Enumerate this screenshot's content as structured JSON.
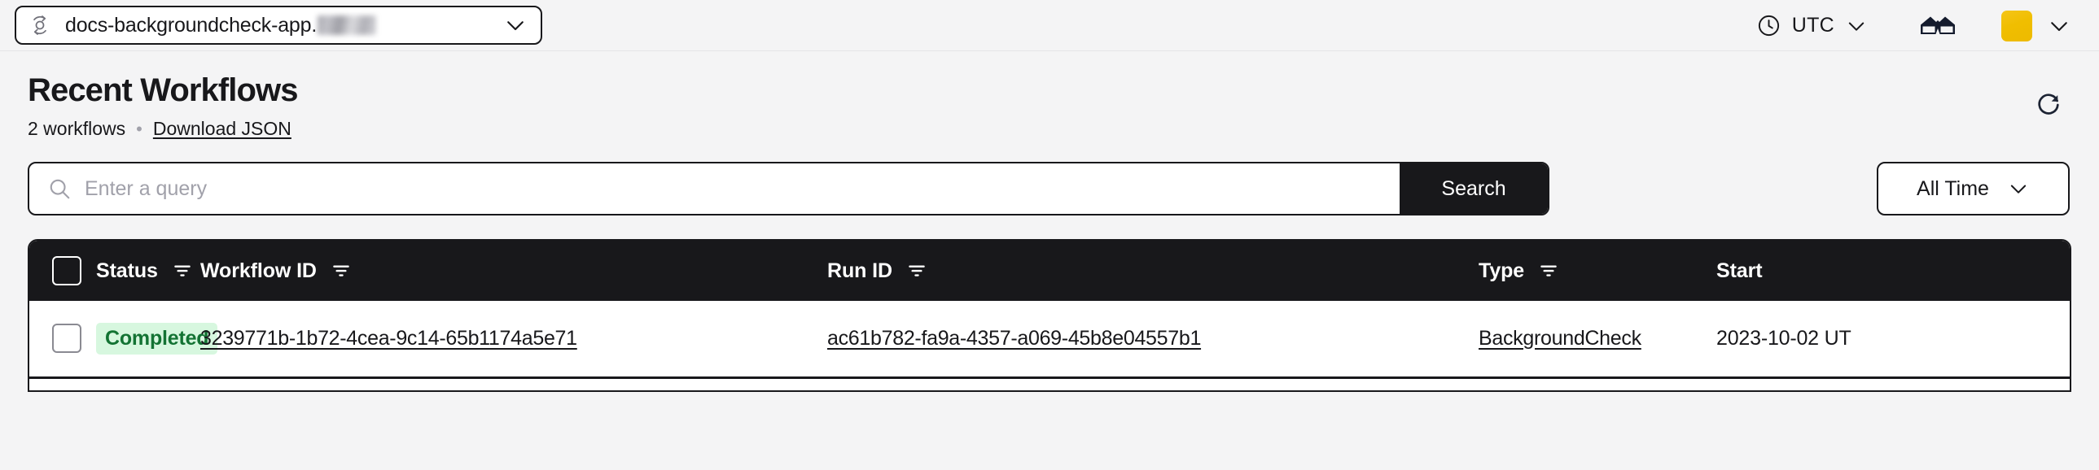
{
  "topbar": {
    "namespace": {
      "icon": "namespace-sync-icon",
      "label": "docs-backgroundcheck-app.",
      "redacted": true,
      "chevron": "chevron-down-icon"
    },
    "timezone": {
      "icon": "clock-icon",
      "label": "UTC",
      "chevron": "chevron-down-icon"
    },
    "labs_icon": "glasses-icon",
    "avatar": {
      "icon": "avatar",
      "color": "#F0BE00",
      "chevron": "chevron-down-icon"
    }
  },
  "page": {
    "title": "Recent Workflows",
    "count_label": "2 workflows",
    "separator": "•",
    "download_label": "Download JSON",
    "refresh_icon": "refresh-icon"
  },
  "search": {
    "icon": "search-icon",
    "placeholder": "Enter a query",
    "value": "",
    "button_label": "Search",
    "time_filter": {
      "label": "All Time",
      "chevron": "chevron-down-icon"
    }
  },
  "table": {
    "select_all": "select-all-checkbox",
    "columns": [
      {
        "key": "status",
        "label": "Status",
        "filter": true
      },
      {
        "key": "workflow",
        "label": "Workflow ID",
        "filter": true
      },
      {
        "key": "run",
        "label": "Run ID",
        "filter": true
      },
      {
        "key": "type",
        "label": "Type",
        "filter": true
      },
      {
        "key": "start",
        "label": "Start",
        "filter": false
      }
    ],
    "rows": [
      {
        "status": "Completed",
        "status_color": "#137333",
        "status_bg": "#D7F7DF",
        "workflow_id": "3239771b-1b72-4cea-9c14-65b1174a5e71",
        "run_id": "ac61b782-fa9a-4357-a069-45b8e04557b1",
        "type": "BackgroundCheck",
        "start": "2023-10-02 UT"
      }
    ]
  },
  "colors": {
    "ink": "#18181B",
    "page_bg": "#F4F4F5",
    "accent": "#F0BE00",
    "success": "#137333"
  }
}
